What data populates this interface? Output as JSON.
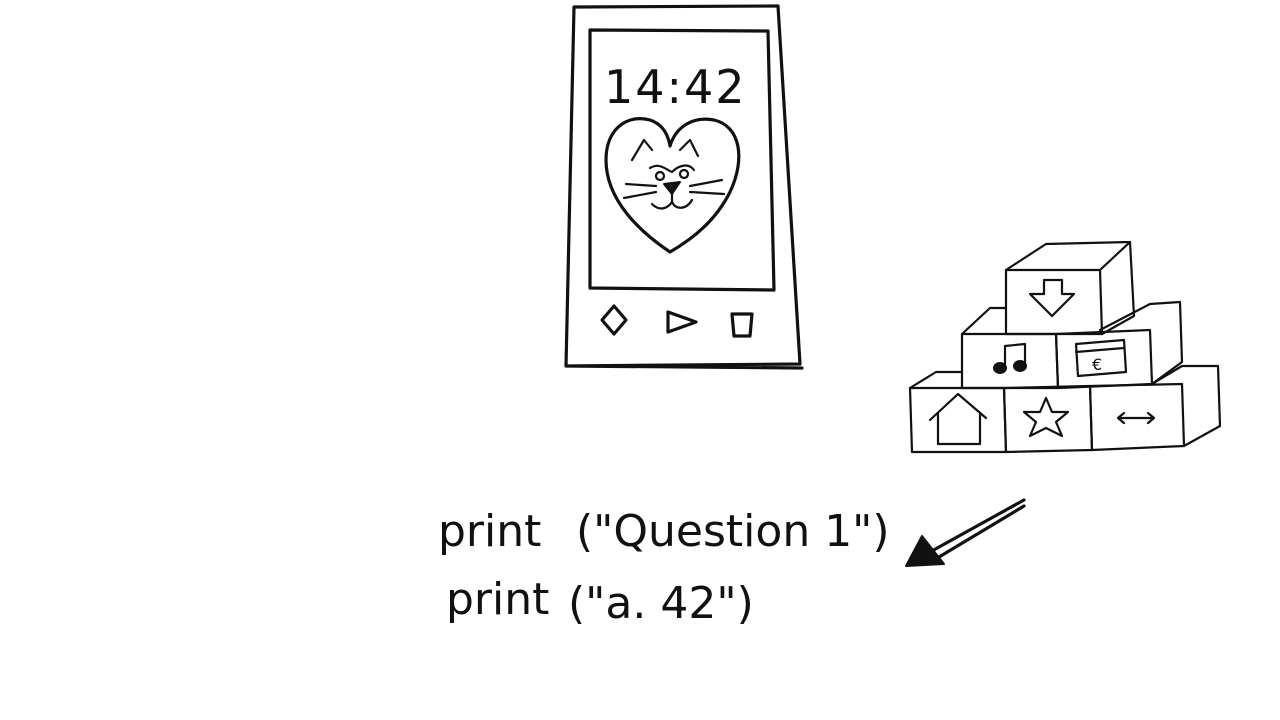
{
  "phone": {
    "clock": "14:42"
  },
  "boxes": {
    "icons": [
      "down-arrow",
      "music-note",
      "credit-card",
      "home",
      "star",
      "left-right-arrow"
    ],
    "card_symbol": "€"
  },
  "code": {
    "line1_keyword": "print",
    "line1_arg": "(\"Question 1\")",
    "line2_keyword": "print",
    "line2_arg": "(\"a. 42\")"
  }
}
